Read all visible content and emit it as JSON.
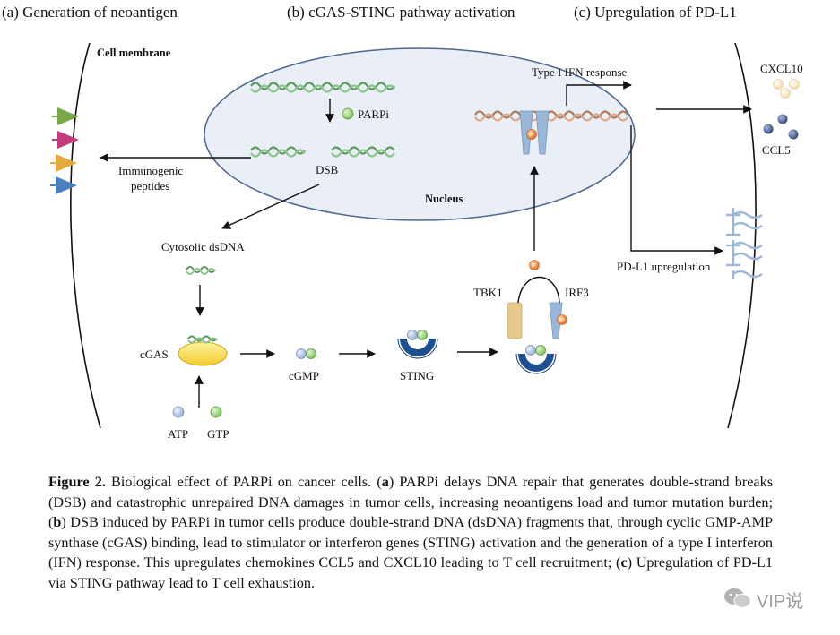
{
  "panels": {
    "a_title": "(a) Generation of neoantigen",
    "b_title": "(b) cGAS-STING pathway activation",
    "c_title": "(c) Upregulation of PD-L1"
  },
  "labels": {
    "cell_membrane": "Cell membrane",
    "nucleus": "Nucleus",
    "parpi": "PARPi",
    "dsb": "DSB",
    "immunogenic_line1": "Immunogenic",
    "immunogenic_line2": "peptides",
    "cytosolic_dsdna": "Cytosolic dsDNA",
    "cgas": "cGAS",
    "cgmp": "cGMP",
    "sting": "STING",
    "atp": "ATP",
    "gtp": "GTP",
    "tbk1": "TBK1",
    "irf3": "IRF3",
    "phospho": "P",
    "ifn_response": "Type I IFN response",
    "cxcl10": "CXCL10",
    "ccl5": "CCL5",
    "pdl1_upregulation": "PD-L1 upregulation"
  },
  "caption": {
    "fig_label": "Figure 2.",
    "t1": " Biological effect of PARPi on cancer cells. (",
    "a": "a",
    "t2": ") PARPi delays DNA repair that generates double-strand breaks (DSB) and catastrophic unrepaired DNA damages in tumor cells, increasing neoantigens load and tumor mutation burden; (",
    "b": "b",
    "t3": ") DSB induced by PARPi in tumor cells produce double-strand DNA (dsDNA) fragments that, through cyclic GMP-AMP synthase (cGAS) binding, lead to stimulator or interferon genes (STING) activation and the generation of a type I interferon (IFN) response. This upregulates chemokines CCL5 and CXCL10 leading to T cell recruitment; (",
    "c": "c",
    "t4": ") Upregulation of PD-L1 via STING pathway lead to T cell exhaustion."
  },
  "watermark": "VIP说",
  "colors": {
    "dna_green": "#5c9a5c",
    "dna_brown": "#b07a5a",
    "nucleus_fill": "#e9eef7",
    "nucleus_stroke": "#4d6790",
    "sting_blue": "#1d4f91",
    "tbk1_tan": "#e8c98c",
    "irf3_blue": "#9bb7d8",
    "phospho_orange": "#e9752a",
    "cxcl10_cream": "#f4e4c2",
    "ccl5_navy": "#3c5485",
    "neo_green": "#79a84a",
    "neo_magenta": "#c23b7c",
    "neo_gold": "#e3a93c",
    "neo_blue": "#4a7fc0"
  }
}
